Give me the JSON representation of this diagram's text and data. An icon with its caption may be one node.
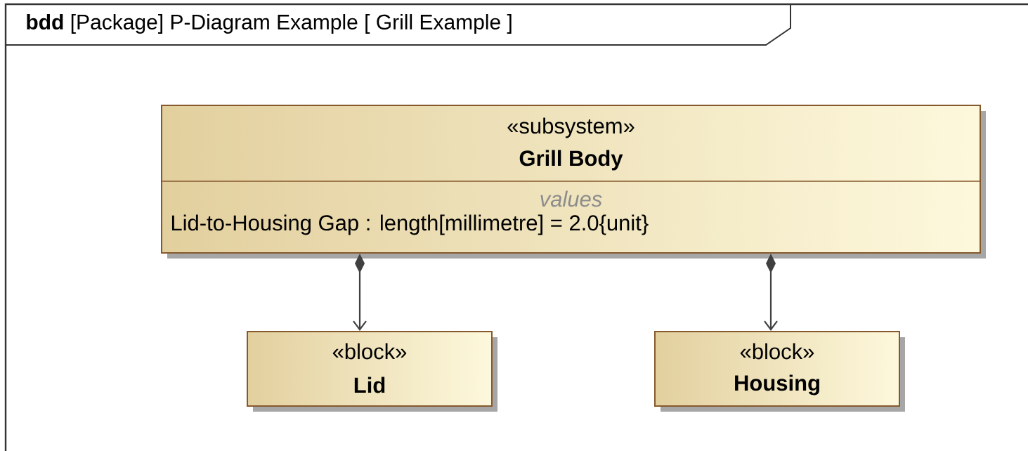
{
  "diagram": {
    "title": "**bdd** [Package] P-Diagram Example [ Grill Example ]",
    "nodes": [
      {
        "text": [
          "«subsystem»",
          "Grill Body",
          "values",
          "Lid-to-Housing Gap : length[millimetre] = 2.0{unit}"
        ]
      },
      {
        "text": [
          "«block»",
          "Lid"
        ]
      },
      {
        "text": [
          "«block»",
          "Housing"
        ]
      }
    ],
    "edges": [
      {
        "from": 0,
        "to": 1,
        "arrow": "to"
      },
      {
        "from": 0,
        "to": 2,
        "arrow": "to"
      }
    ]
  }
}
